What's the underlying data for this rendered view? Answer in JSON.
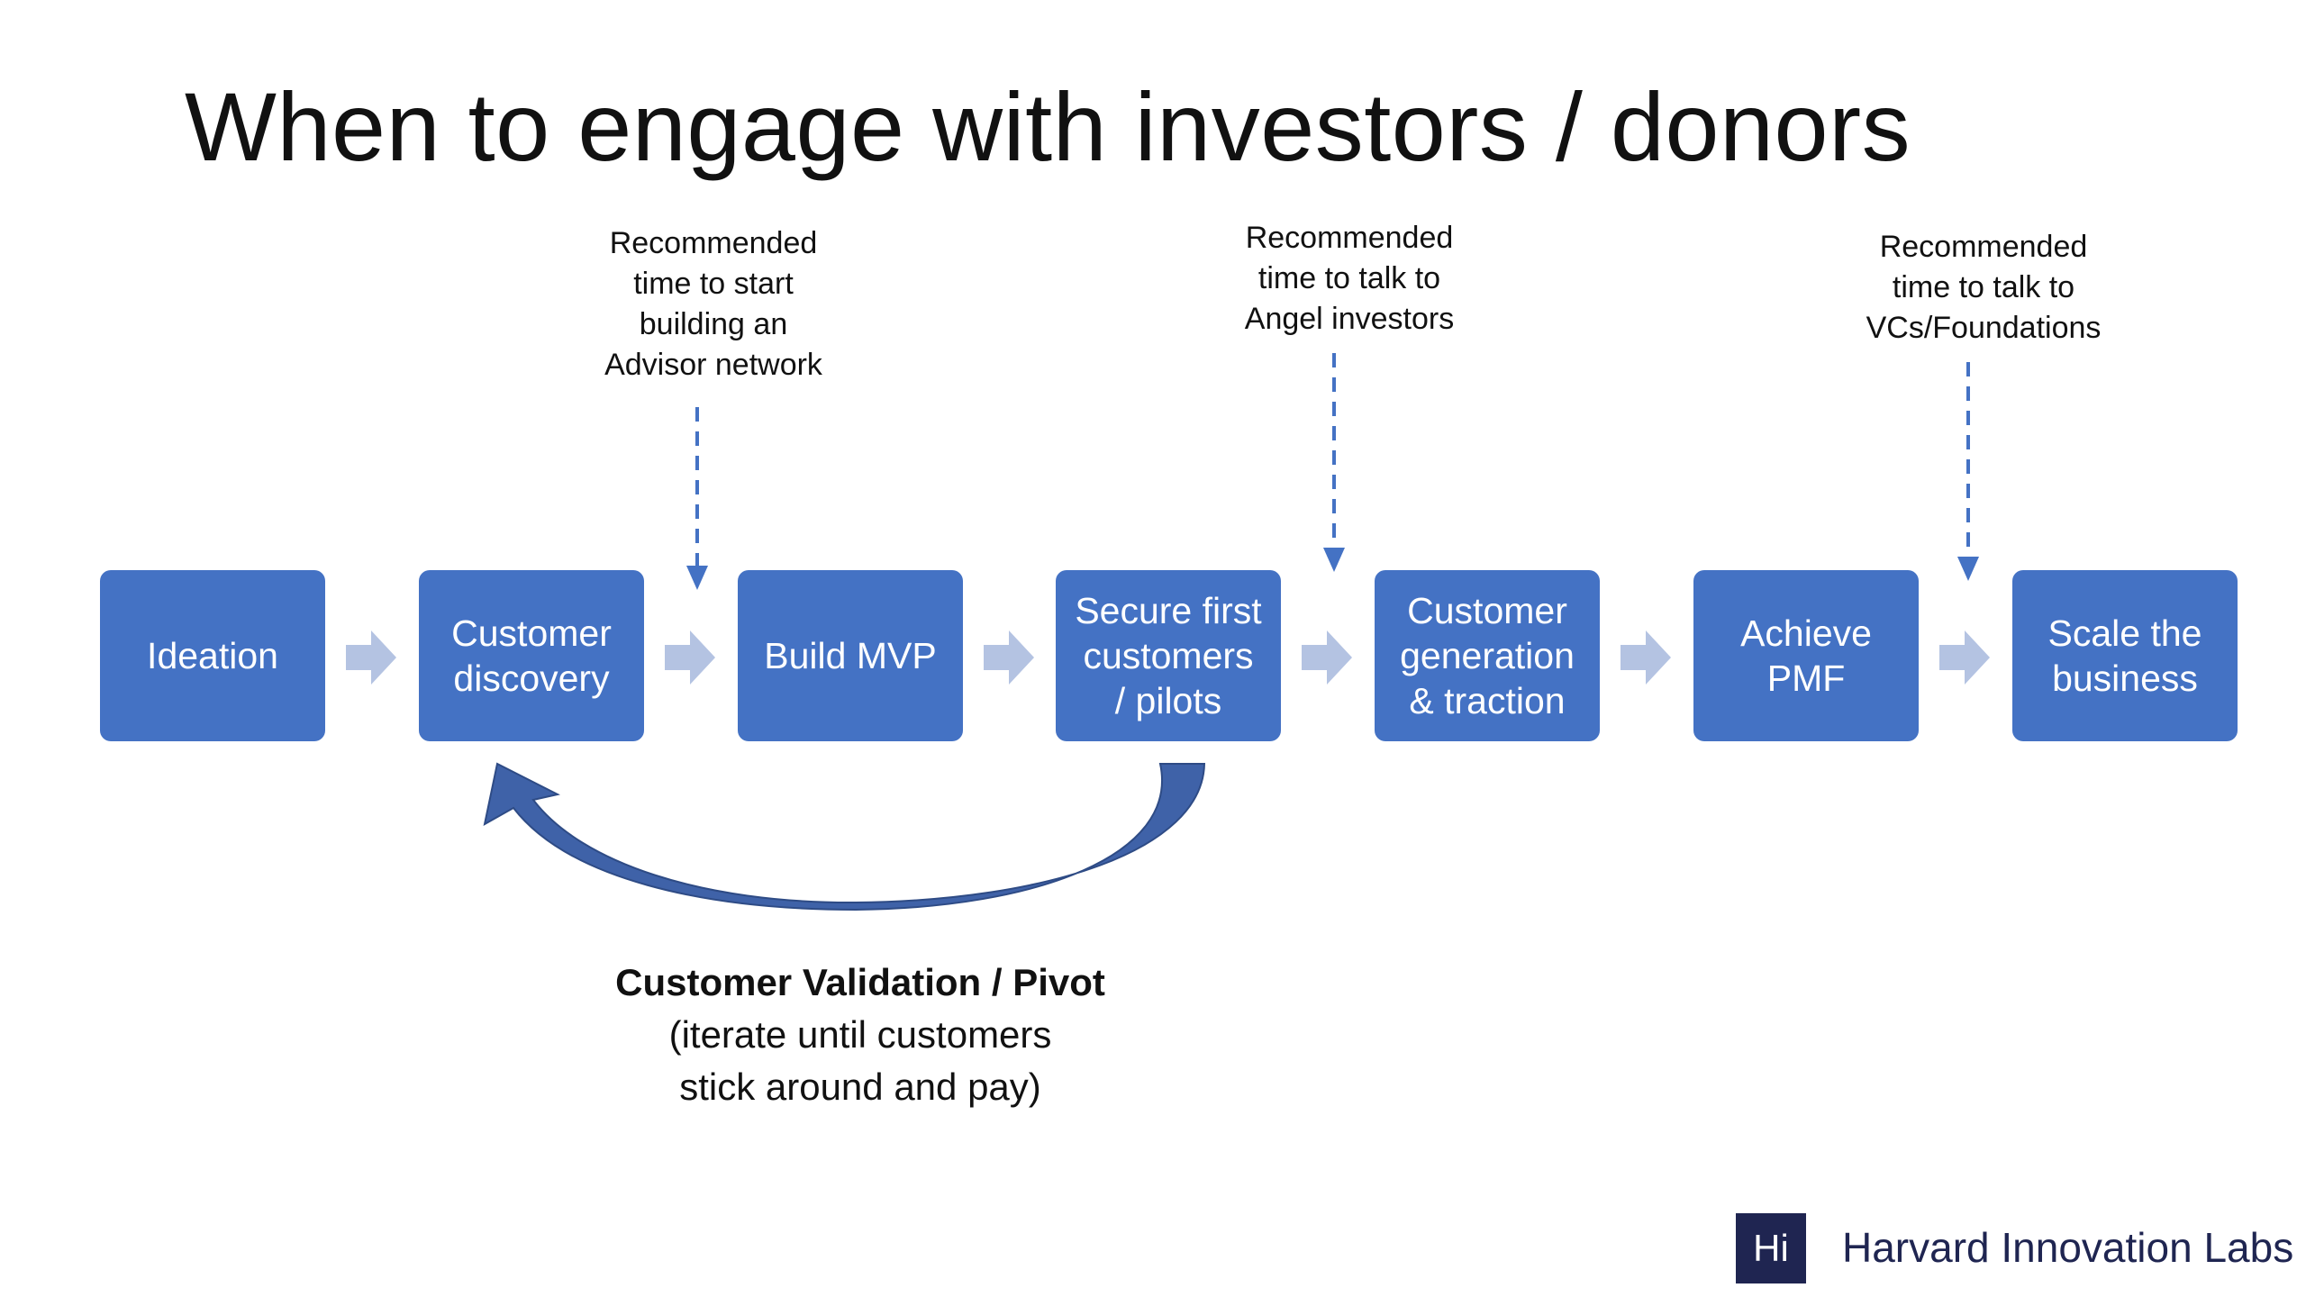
{
  "slide": {
    "title": "When to engage with investors / donors"
  },
  "stages": [
    {
      "label": "Ideation"
    },
    {
      "label": "Customer\ndiscovery"
    },
    {
      "label": "Build MVP"
    },
    {
      "label": "Secure first\ncustomers\n/ pilots"
    },
    {
      "label": "Customer\ngeneration\n& traction"
    },
    {
      "label": "Achieve\nPMF"
    },
    {
      "label": "Scale the\nbusiness"
    }
  ],
  "annotations": {
    "advisor": "Recommended\ntime to start\nbuilding an\nAdvisor network",
    "angel": "Recommended\ntime to talk to\nAngel investors",
    "vc": "Recommended\ntime to talk to\nVCs/Foundations"
  },
  "loop": {
    "title": "Customer Validation / Pivot",
    "subtitle": "(iterate until customers\nstick around and pay)"
  },
  "branding": {
    "logo_mark": "Hi",
    "logo_text": "Harvard Innovation Labs"
  },
  "colors": {
    "stage_fill": "#4472C4",
    "chevron_fill": "#B4C3E2",
    "dashed_arrow": "#4472C4",
    "loop_arrow": "#3F62A8",
    "logo_bg": "#1F2551"
  }
}
